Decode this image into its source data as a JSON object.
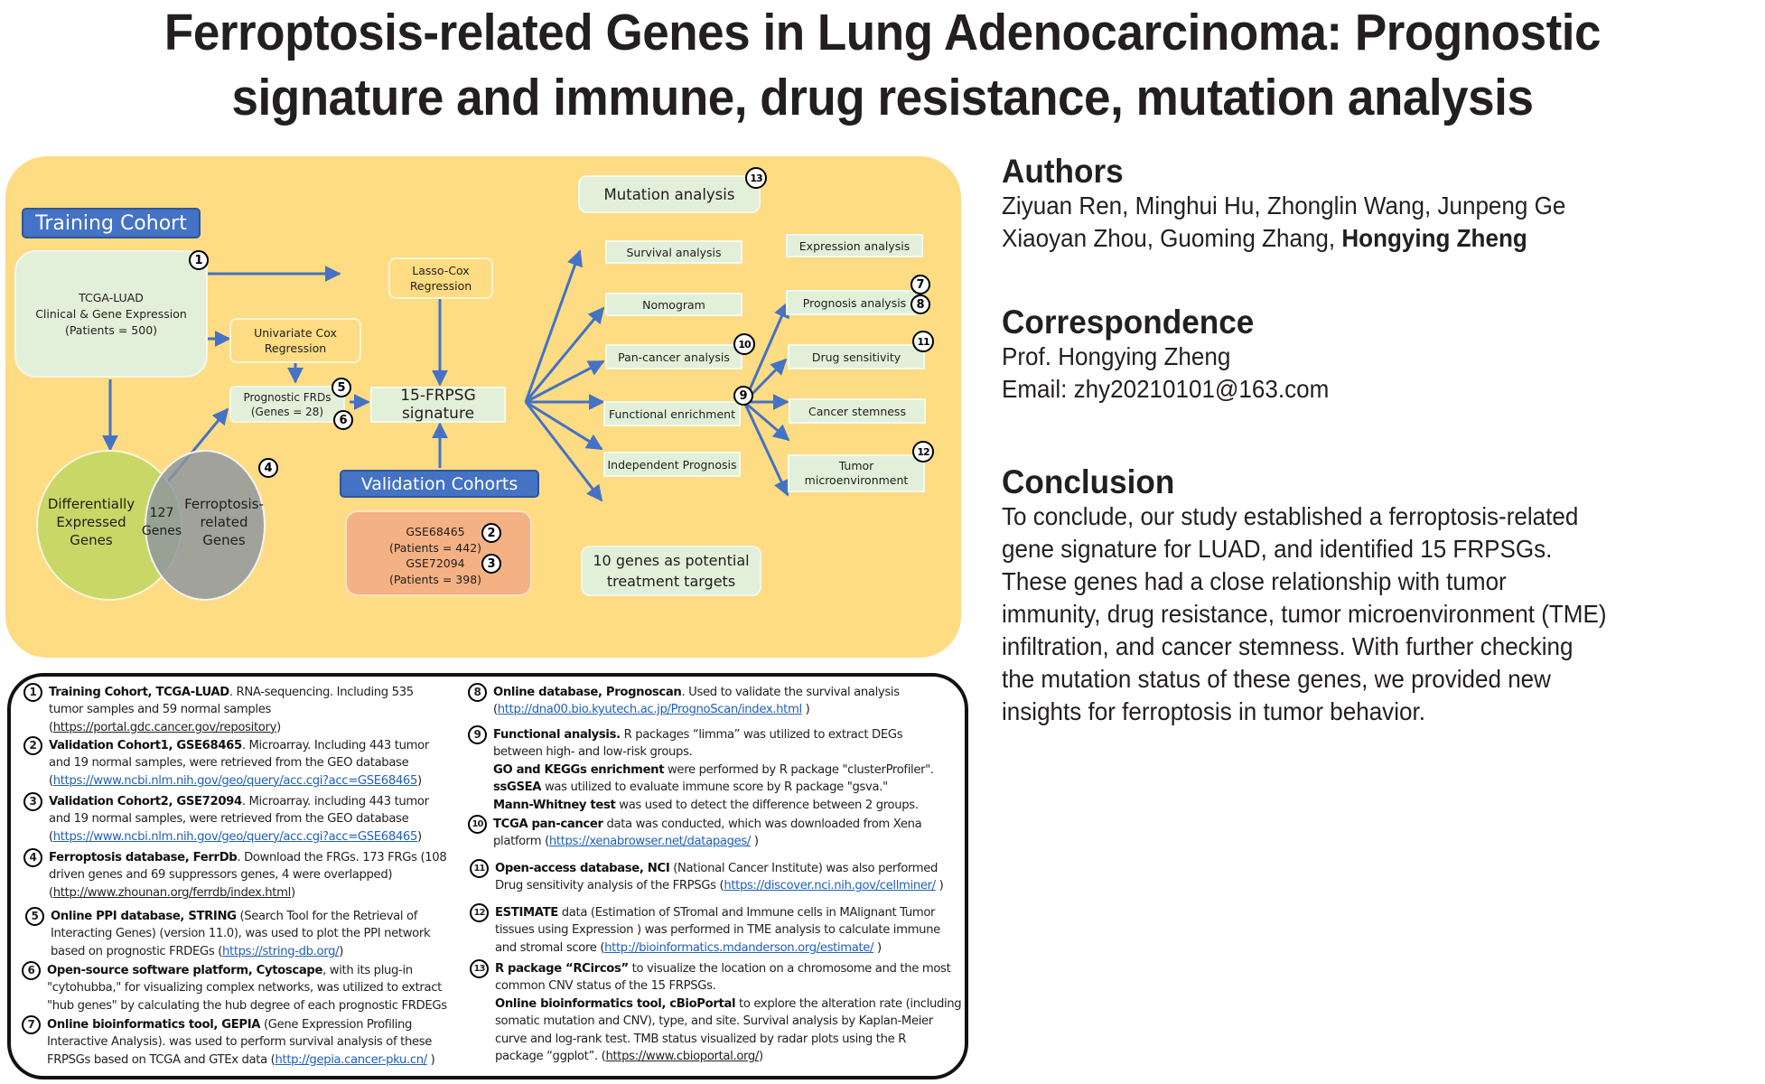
{
  "title": {
    "line1": "Ferroptosis-related Genes in Lung Adenocarcinoma: Prognostic",
    "line2": "signature and immune, drug resistance, mutation analysis"
  },
  "flow": {
    "training_header": "Training Cohort",
    "tcga_box": {
      "line1": "TCGA-LUAD",
      "line2": "Clinical & Gene Expression",
      "line3": "(Patients = 500)",
      "badge": "1"
    },
    "lasso_box": {
      "line1": "Lasso-Cox",
      "line2": "Regression"
    },
    "univariate_box": {
      "line1": "Univariate Cox",
      "line2": "Regression"
    },
    "prognostic_box": {
      "line1": "Prognostic FRDs",
      "line2": "(Genes = 28)",
      "badge_a": "5",
      "badge_b": "6"
    },
    "signature_box": "15-FRPSG signature",
    "venn": {
      "left_label_1": "Differentially",
      "left_label_2": "Expressed",
      "left_label_3": "Genes",
      "overlap_1": "127",
      "overlap_2": "Genes",
      "right_label_1": "Ferroptosis-",
      "right_label_2": "related",
      "right_label_3": "Genes",
      "badge": "4"
    },
    "validation_header": "Validation Cohorts",
    "validation_box": {
      "ds1": "GSE68465",
      "ds1_patients": "(Patients = 442)",
      "badge1": "2",
      "ds2": "GSE72094",
      "ds2_patients": "(Patients = 398)",
      "badge2": "3"
    },
    "mutation_box": {
      "label": "Mutation analysis",
      "badge": "13"
    },
    "middle_boxes": [
      {
        "label": "Survival analysis",
        "badge": ""
      },
      {
        "label": "Nomogram",
        "badge": ""
      },
      {
        "label": "Pan-cancer analysis",
        "badge": "10"
      },
      {
        "label": "Functional enrichment",
        "badge": "9"
      },
      {
        "label": "Independent Prognosis",
        "badge": ""
      }
    ],
    "right_boxes": [
      {
        "label": "Expression analysis"
      },
      {
        "label": "Prognosis analysis",
        "badge_a": "7",
        "badge_b": "8"
      },
      {
        "label": "Drug sensitivity",
        "badge": "11"
      },
      {
        "label": "Cancer stemness"
      },
      {
        "label_1": "Tumor",
        "label_2": "microenvironment",
        "badge": "12"
      }
    ],
    "targets_box": {
      "line1": "10 genes as potential",
      "line2": "treatment targets"
    }
  },
  "authors": {
    "heading": "Authors",
    "line1": "Ziyuan Ren, Minghui Hu, Zhonglin Wang, Junpeng Ge",
    "line2_regular": "Xiaoyan Zhou, Guoming Zhang, ",
    "line2_bold": "Hongying Zheng"
  },
  "correspondence": {
    "heading": "Correspondence",
    "name": "Prof. Hongying Zheng",
    "email": "Email: zhy20210101@163.com"
  },
  "conclusion": {
    "heading": "Conclusion",
    "lines": [
      "To conclude, our study established a ferroptosis-related",
      "gene signature for LUAD, and identified 15 FRPSGs.",
      "These genes had a close relationship with tumor",
      "immunity, drug resistance, tumor microenvironment (TME)",
      "infiltration, and cancer stemness. With further checking",
      "the mutation status of these genes, we provided new",
      "insights for ferroptosis in tumor behavior."
    ]
  },
  "references": [
    {
      "n": "1",
      "bold": "Training Cohort, TCGA-LUAD",
      "text1": ". RNA-sequencing. Including 535",
      "text2": "tumor samples and 59 normal samples",
      "link_pre": "(",
      "link": "https://portal.gdc.cancer.gov/repository",
      "link_post": ")"
    },
    {
      "n": "2",
      "bold": "Validation Cohort1, GSE68465",
      "text1": ". Microarray. Including 443 tumor",
      "text2": "and 19 normal samples, were retrieved from the GEO database",
      "link_pre": "(",
      "link": "https://www.ncbi.nlm.nih.gov/geo/query/acc.cgi?acc=GSE68465",
      "link_post": ")"
    },
    {
      "n": "3",
      "bold": "Validation Cohort2, GSE72094",
      "text1": ". Microarray. including 443 tumor",
      "text2": "and 19 normal samples, were retrieved from the GEO database",
      "link_pre": "(",
      "link": "https://www.ncbi.nlm.nih.gov/geo/query/acc.cgi?acc=GSE68465",
      "link_post": ")"
    },
    {
      "n": "4",
      "bold": "Ferroptosis database, FerrDb",
      "text1": ". Download the FRGs. 173 FRGs (108",
      "text2": "driven genes and 69 suppressors genes, 4 were overlapped)",
      "link_pre": "(",
      "link": "http://www.zhounan.org/ferrdb/index.html",
      "link_post": ")"
    },
    {
      "n": "5",
      "bold": "Online PPI database, STRING",
      "text1": " (Search Tool for the Retrieval of",
      "text2": "Interacting Genes) (version 11.0), was used to plot the PPI network",
      "link_pre": "based on prognostic FRDEGs (",
      "link": "https://string-db.org/",
      "link_post": ")"
    },
    {
      "n": "6",
      "bold": "Open-source software platform, Cytoscape",
      "text1": ", with its plug-in",
      "text2": "\"cytohubba,\"  for visualizing complex networks, was utilized to extract",
      "text3": "\"hub genes\" by calculating the hub degree of each prognostic FRDEGs"
    },
    {
      "n": "7",
      "bold": "Online bioinformatics tool, GEPIA",
      "text1": " (Gene Expression Profiling",
      "text2": "Interactive Analysis). was used to perform survival analysis of these",
      "link_pre": "FRPSGs based on TCGA and GTEx data (",
      "link": "http://gepia.cancer-pku.cn/",
      "link_post": " )"
    },
    {
      "n": "8",
      "bold": "Online database, Prognoscan",
      "text1": ". Used to validate the survival analysis",
      "link_pre": "(",
      "link": "http://dna00.bio.kyutech.ac.jp/PrognoScan/index.html",
      "link_post": " )"
    },
    {
      "n": "9",
      "bold": "Functional analysis.",
      "text1": " R packages “limma” was utilized to extract DEGs",
      "text2": "between high- and low-risk groups.",
      "bold3": "GO and KEGGs enrichment",
      "text3": " were performed by R package \"clusterProfiler\".",
      "bold4": "ssGSEA",
      "text4": " was utilized to evaluate immune score by R package \"gsva.\"",
      "bold5": "Mann-Whitney test",
      "text5": " was used to detect the difference between 2 groups."
    },
    {
      "n": "10",
      "bold": "TCGA pan-cancer",
      "text1": " data was conducted, which was downloaded from Xena",
      "link_pre": "platform (",
      "link": "https://xenabrowser.net/datapages/",
      "link_post": " )"
    },
    {
      "n": "11",
      "bold": "Open-access database, NCI",
      "text1": " (National Cancer Institute) was also performed",
      "link_pre": "Drug sensitivity analysis of the FRPSGs (",
      "link": "https://discover.nci.nih.gov/cellminer/",
      "link_post": " )"
    },
    {
      "n": "12",
      "bold": "ESTIMATE",
      "text1": " data (Estimation of STromal and Immune cells in MAlignant Tumor",
      "text2": "tissues using Expression ) was performed in TME analysis to calculate immune",
      "link_pre": "and stromal score (",
      "link": "http://bioinformatics.mdanderson.org/estimate/",
      "link_post": " )"
    },
    {
      "n": "13",
      "bold": "R package “RCircos”",
      "text1": " to visualize the location on a chromosome and the most",
      "text2": "common CNV status of the 15 FRPSGs.",
      "bold3": "Online bioinformatics tool, cBioPortal",
      "text3": " to explore the alteration rate (including",
      "text4": "somatic mutation and CNV), type, and site. Survival analysis by Kaplan-Meier",
      "text5": "curve and log-rank test. TMB status visualized by radar plots using the R",
      "link_pre": "package “ggplot”. (",
      "link": "https://www.cbioportal.org/",
      "link_post": ")"
    }
  ]
}
